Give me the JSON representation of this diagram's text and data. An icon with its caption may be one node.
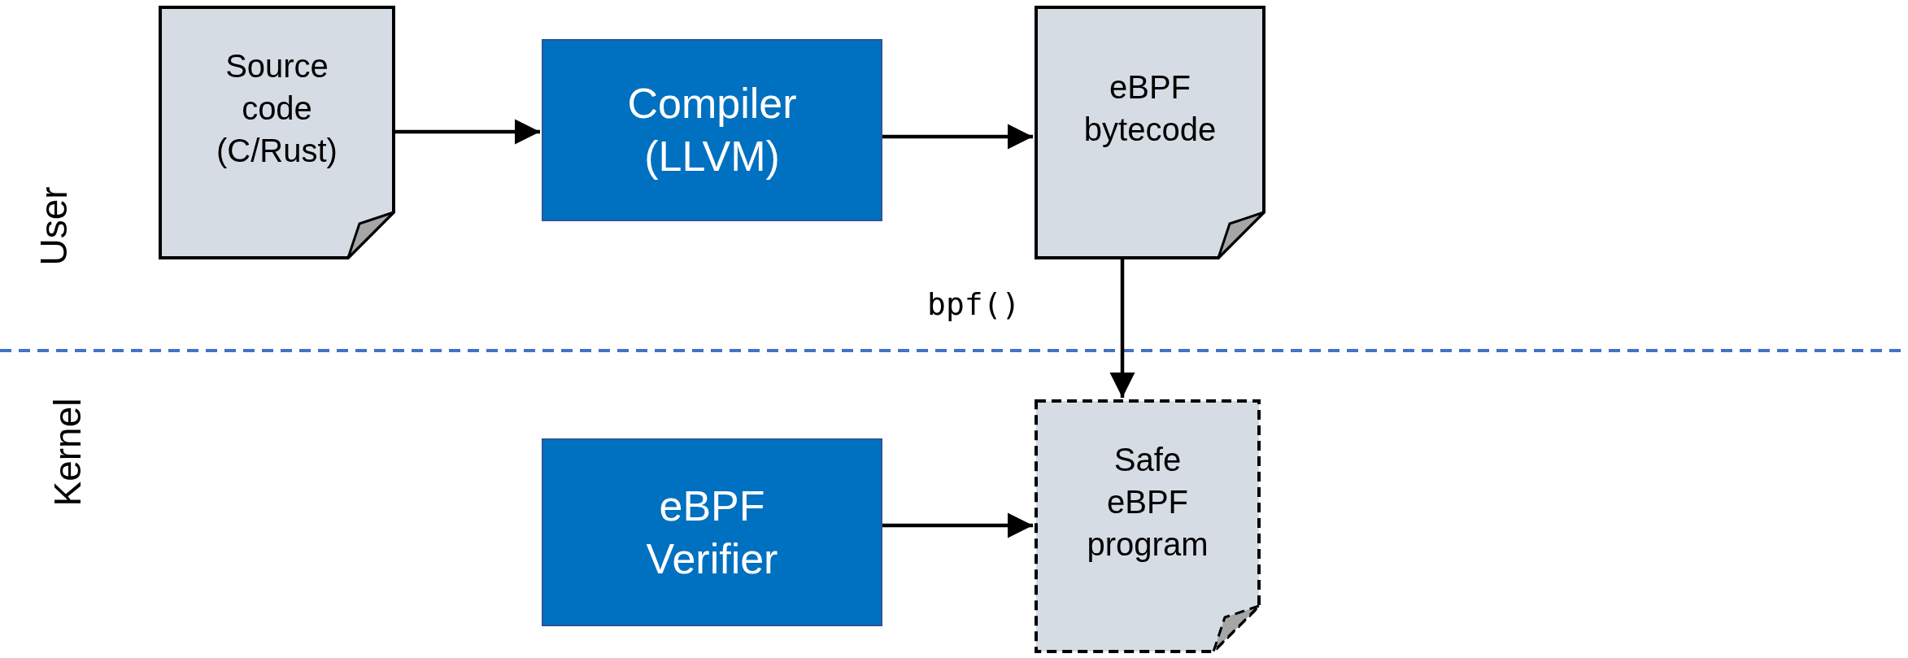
{
  "diagram": {
    "nodes": [
      {
        "text": [
          "Source code (C/Rust)"
        ]
      },
      {
        "text": [
          "Compiler (LLVM)"
        ]
      },
      {
        "text": [
          "eBPF bytecode"
        ]
      },
      {
        "text": [
          "eBPF Verifier"
        ]
      },
      {
        "text": [
          "Safe eBPF program"
        ]
      }
    ],
    "edges": [
      {
        "from": 0,
        "to": 1,
        "arrow": "to"
      },
      {
        "from": 1,
        "to": 2,
        "arrow": "to"
      },
      {
        "from": 2,
        "to": 4,
        "arrow": "to",
        "label": "bpf()"
      },
      {
        "from": 3,
        "to": 4,
        "arrow": "to"
      }
    ],
    "labels": [
      "User",
      "Kernel"
    ]
  }
}
